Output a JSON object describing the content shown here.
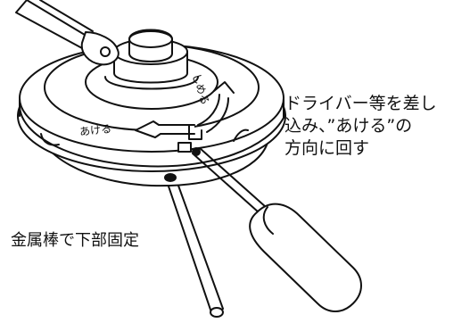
{
  "instruction": {
    "lines": [
      "ドライバー等を差し",
      "込み、”あける”の",
      "方向に回す"
    ]
  },
  "rod_label": "金属棒で下部固定",
  "arrows": {
    "open": "あける",
    "close": "しめる"
  },
  "colors": {
    "stroke": "#111111",
    "fill": "#ffffff"
  }
}
